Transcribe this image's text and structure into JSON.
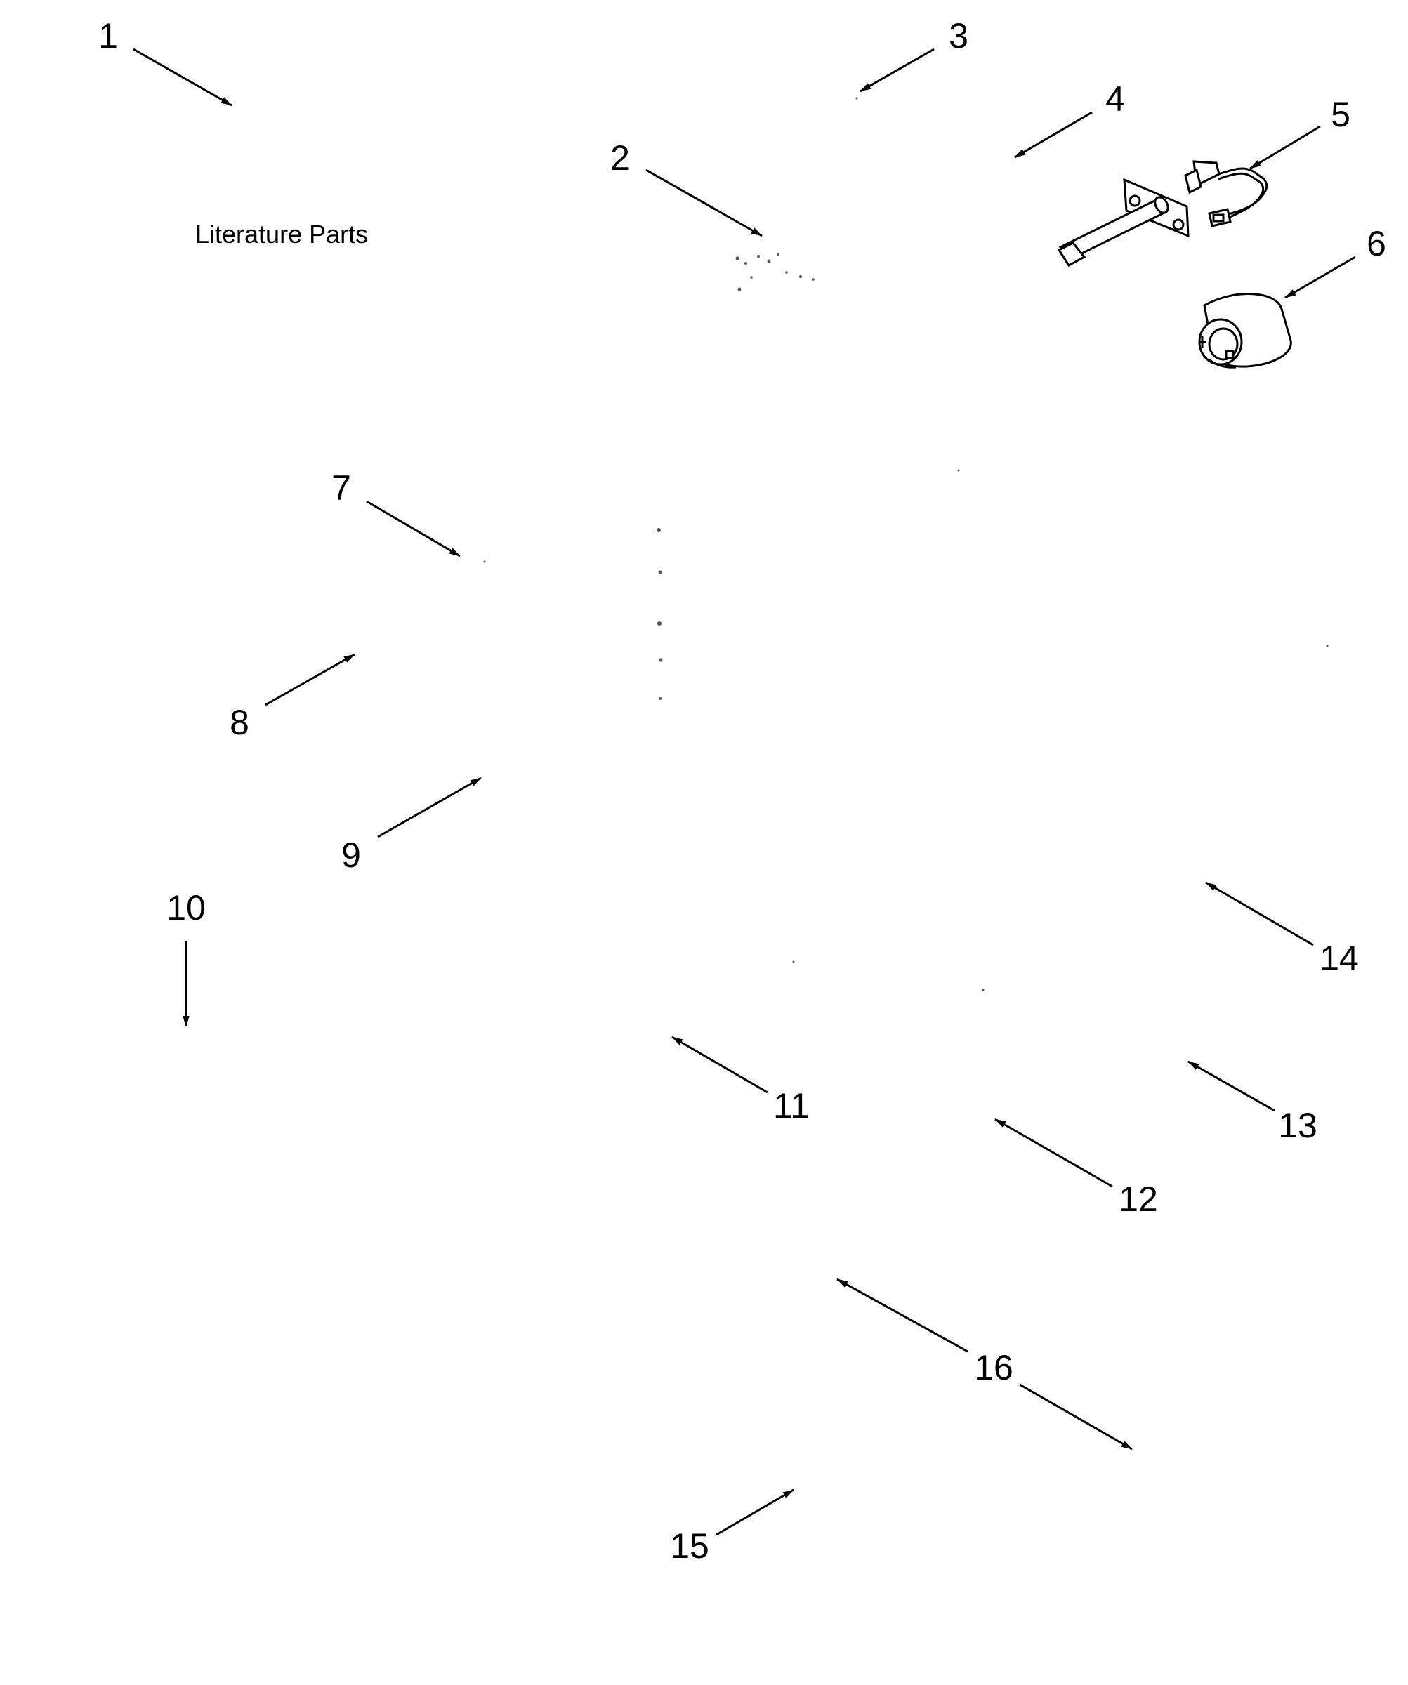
{
  "diagram": {
    "section_label": "Literature Parts",
    "callouts": [
      "1",
      "2",
      "3",
      "4",
      "5",
      "6",
      "7",
      "8",
      "9",
      "10",
      "11",
      "12",
      "13",
      "14",
      "15",
      "16"
    ]
  },
  "parts": {
    "igniter": {
      "icon": "hot-surface-igniter-icon"
    },
    "fitting": {
      "icon": "cylindrical-fitting-icon"
    }
  }
}
